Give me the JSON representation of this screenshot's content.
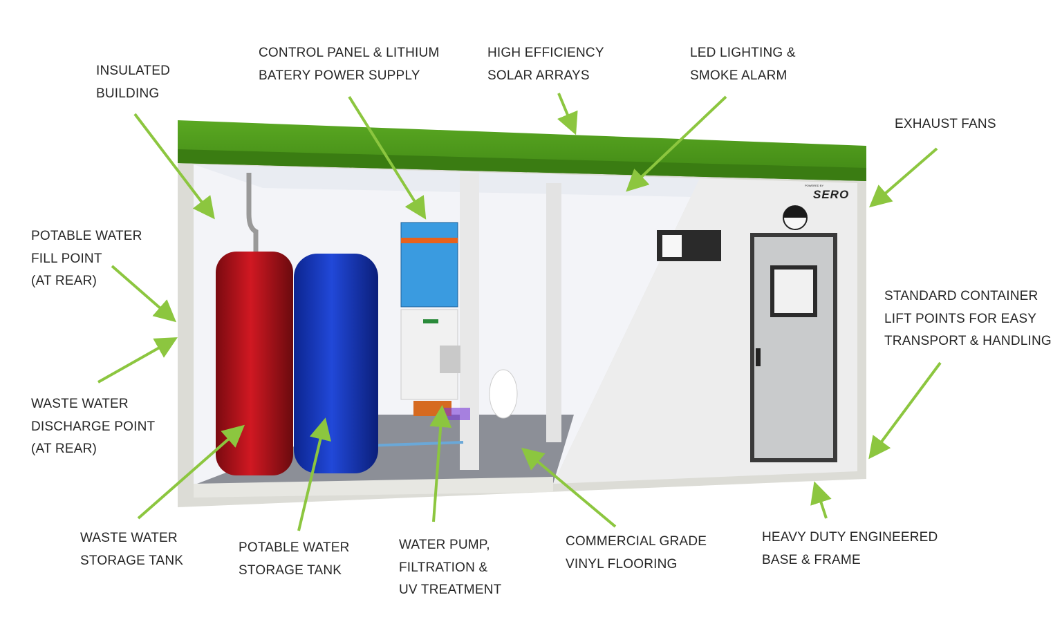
{
  "labels": {
    "insulated_building": [
      "INSULATED",
      "BUILDING"
    ],
    "control_panel": [
      "CONTROL PANEL & LITHIUM",
      "BATERY POWER SUPPLY"
    ],
    "solar": [
      "HIGH EFFICIENCY",
      "SOLAR ARRAYS"
    ],
    "led": [
      "LED LIGHTING &",
      "SMOKE ALARM"
    ],
    "exhaust": [
      "EXHAUST FANS"
    ],
    "potable_fill": [
      "POTABLE WATER",
      "FILL POINT",
      "(AT REAR)"
    ],
    "waste_discharge": [
      "WASTE WATER",
      "DISCHARGE POINT",
      "(AT REAR)"
    ],
    "lift_points": [
      "STANDARD CONTAINER",
      "LIFT POINTS FOR EASY",
      "TRANSPORT & HANDLING"
    ],
    "waste_tank": [
      "WASTE WATER",
      "STORAGE TANK"
    ],
    "potable_tank": [
      "POTABLE WATER",
      "STORAGE TANK"
    ],
    "pump": [
      "WATER PUMP,",
      "FILTRATION &",
      "UV TREATMENT"
    ],
    "flooring": [
      "COMMERCIAL GRADE",
      "VINYL FLOORING"
    ],
    "base": [
      "HEAVY DUTY ENGINEERED",
      "BASE & FRAME"
    ]
  },
  "logo": {
    "brand": "SERO",
    "tagline": "POWERED BY"
  },
  "colors": {
    "arrow": "#8cc63f",
    "roof": "#4e9a1e",
    "red_tank": "#b5121b",
    "blue_tank": "#1a3fc4",
    "panel": "#3a9be0"
  }
}
